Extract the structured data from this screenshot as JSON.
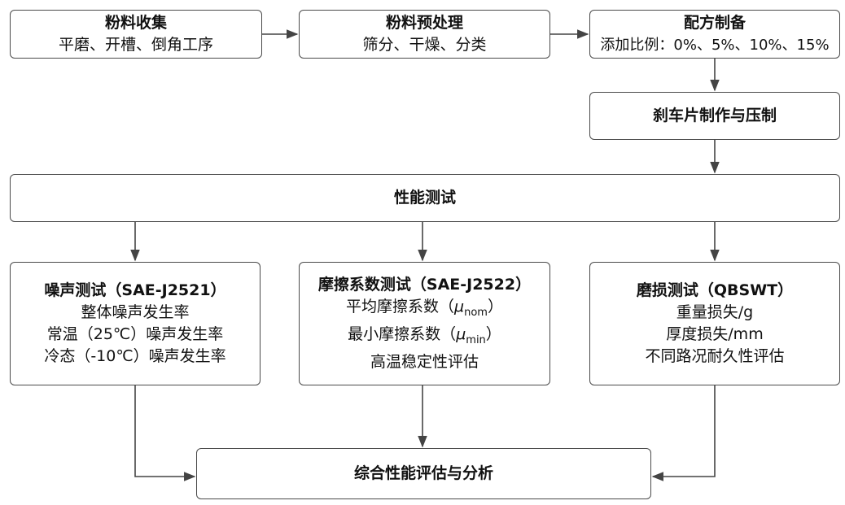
{
  "collect": {
    "title": "粉料收集",
    "line": "平磨、开槽、倒角工序"
  },
  "preprocess": {
    "title": "粉料预处理",
    "line": "筛分、干燥、分类"
  },
  "formula": {
    "title": "配方制备",
    "line": "添加比例：0%、5%、10%、15%"
  },
  "brake": {
    "title": "刹车片制作与压制"
  },
  "perf": {
    "title": "性能测试"
  },
  "noise": {
    "title": "噪声测试（SAE-J2521）",
    "lines": [
      "整体噪声发生率",
      "常温（25℃）噪声发生率",
      "冷态（-10℃）噪声发生率"
    ]
  },
  "friction": {
    "title": "摩擦系数测试（SAE-J2522）",
    "avg_prefix": "平均摩擦系数（",
    "mu": "μ",
    "avg_sub": "nom",
    "close": "）",
    "min_prefix": "最小摩擦系数（",
    "min_sub": "min",
    "stability": "高温稳定性评估"
  },
  "wear": {
    "title": "磨损测试（QBSWT）",
    "lines": [
      "重量损失/g",
      "厚度损失/mm",
      "不同路况耐久性评估"
    ]
  },
  "final": {
    "title": "综合性能评估与分析"
  }
}
